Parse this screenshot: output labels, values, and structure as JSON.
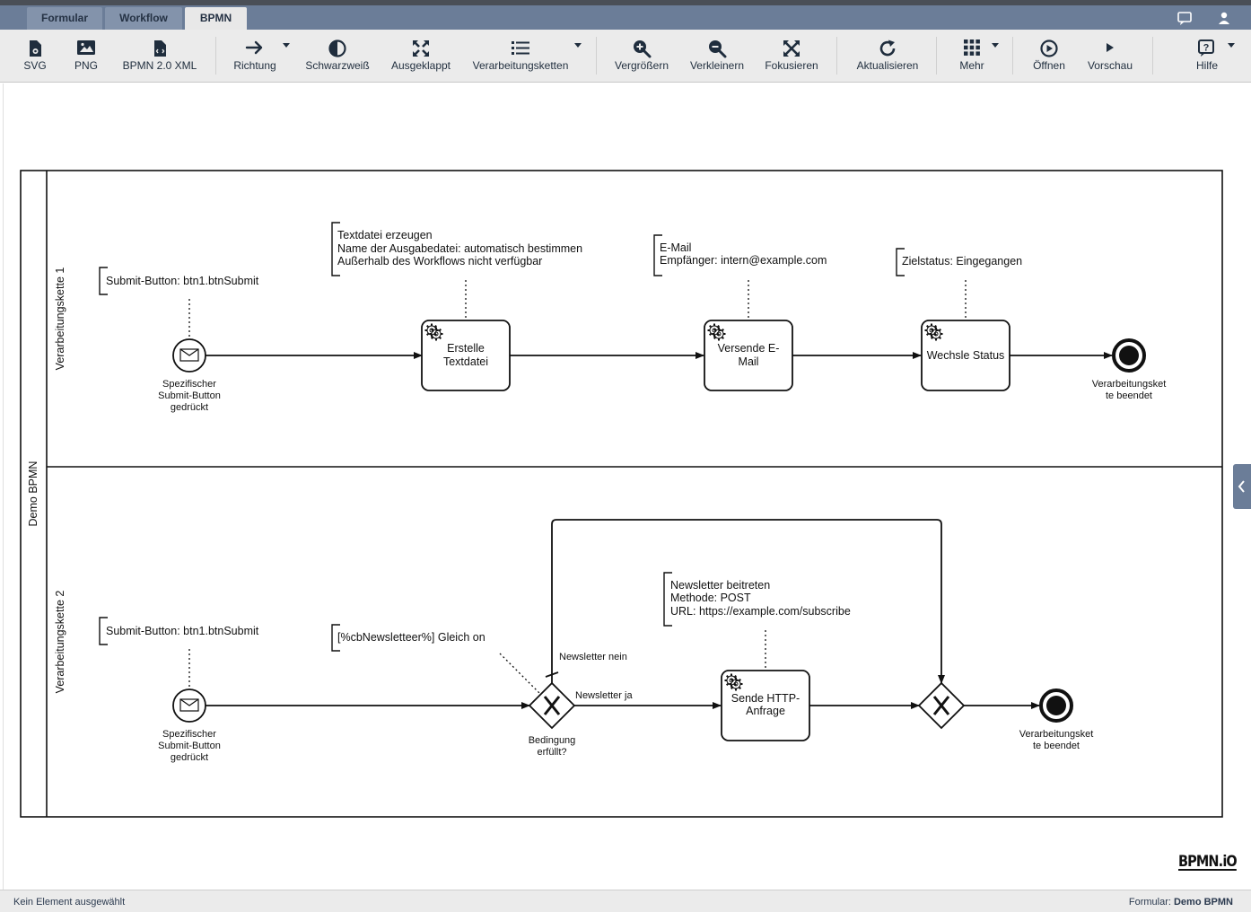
{
  "tabs": [
    {
      "label": "Formular"
    },
    {
      "label": "Workflow"
    },
    {
      "label": "BPMN"
    }
  ],
  "toolbar": {
    "svg": "SVG",
    "png": "PNG",
    "bpmn_xml": "BPMN 2.0 XML",
    "richtung": "Richtung",
    "schwarzweiss": "Schwarzweiß",
    "ausgeklappt": "Ausgeklappt",
    "verarbeitungsketten": "Verarbeitungsketten",
    "vergroessern": "Vergrößern",
    "verkleinern": "Verkleinern",
    "fokusieren": "Fokusieren",
    "aktualisieren": "Aktualisieren",
    "mehr": "Mehr",
    "oeffnen": "Öffnen",
    "vorschau": "Vorschau",
    "hilfe": "Hilfe"
  },
  "diagram": {
    "pool_name": "Demo BPMN",
    "lane1": {
      "name": "Verarbeitungskette 1",
      "start_annotation": "Submit-Button: btn1.btnSubmit",
      "start_label": [
        "Spezifischer",
        "Submit-Button",
        "gedrückt"
      ],
      "task1": [
        "Erstelle",
        "Textdatei"
      ],
      "task1_annotation": [
        "Textdatei erzeugen",
        "Name der Ausgabedatei: automatisch bestimmen",
        "Außerhalb des Workflows nicht verfügbar"
      ],
      "task2": [
        "Versende E-",
        "Mail"
      ],
      "task2_annotation": [
        "E-Mail",
        "Empfänger: intern@example.com"
      ],
      "task3": "Wechsle Status",
      "task3_annotation": "Zielstatus: Eingegangen",
      "end_label": [
        "Verarbeitungsket",
        "te beendet"
      ]
    },
    "lane2": {
      "name": "Verarbeitungskette 2",
      "start_annotation": "Submit-Button: btn1.btnSubmit",
      "start_label": [
        "Spezifischer",
        "Submit-Button",
        "gedrückt"
      ],
      "gateway_annotation": "[%cbNewsletteer%] Gleich on",
      "gateway_label": [
        "Bedingung",
        "erfüllt?"
      ],
      "flow_no": "Newsletter nein",
      "flow_yes": "Newsletter ja",
      "task": [
        "Sende HTTP-",
        "Anfrage"
      ],
      "task_annotation": [
        "Newsletter beitreten",
        "Methode: POST",
        "URL: https://example.com/subscribe"
      ],
      "end_label": [
        "Verarbeitungsket",
        "te beendet"
      ]
    }
  },
  "logo": "BPMN.iO",
  "status": {
    "left": "Kein Element ausgewählt",
    "right_label": "Formular:",
    "right_value": "Demo BPMN"
  },
  "colors": {
    "tabbar": "#6b7d98",
    "toolbar": "#ebebeb",
    "icon": "#1f2d3d"
  }
}
